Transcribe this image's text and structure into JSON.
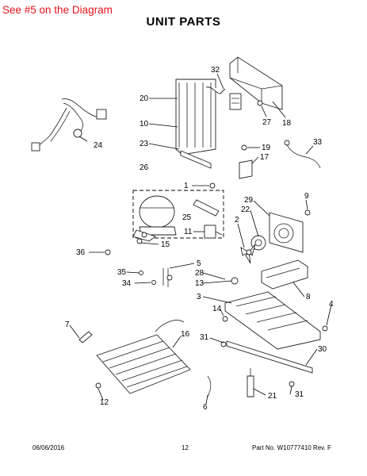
{
  "header": {
    "note": "See #5 on the Diagram",
    "title": "UNIT  PARTS"
  },
  "footer": {
    "date": "06/06/2016",
    "page": "12",
    "part_number": "Part  No.  W10777410   Rev.  F"
  },
  "colors": {
    "note_text": "#e8141b",
    "line": "#000000",
    "background": "#ffffff"
  },
  "callouts": [
    "1",
    "2",
    "4",
    "5",
    "6",
    "7",
    "8",
    "9",
    "10",
    "11",
    "12",
    "13",
    "14",
    "15",
    "16",
    "17",
    "18",
    "19",
    "20",
    "21",
    "22",
    "23",
    "24",
    "25",
    "26",
    "27",
    "28",
    "29",
    "30",
    "31",
    "32",
    "33",
    "34",
    "35",
    "36"
  ]
}
